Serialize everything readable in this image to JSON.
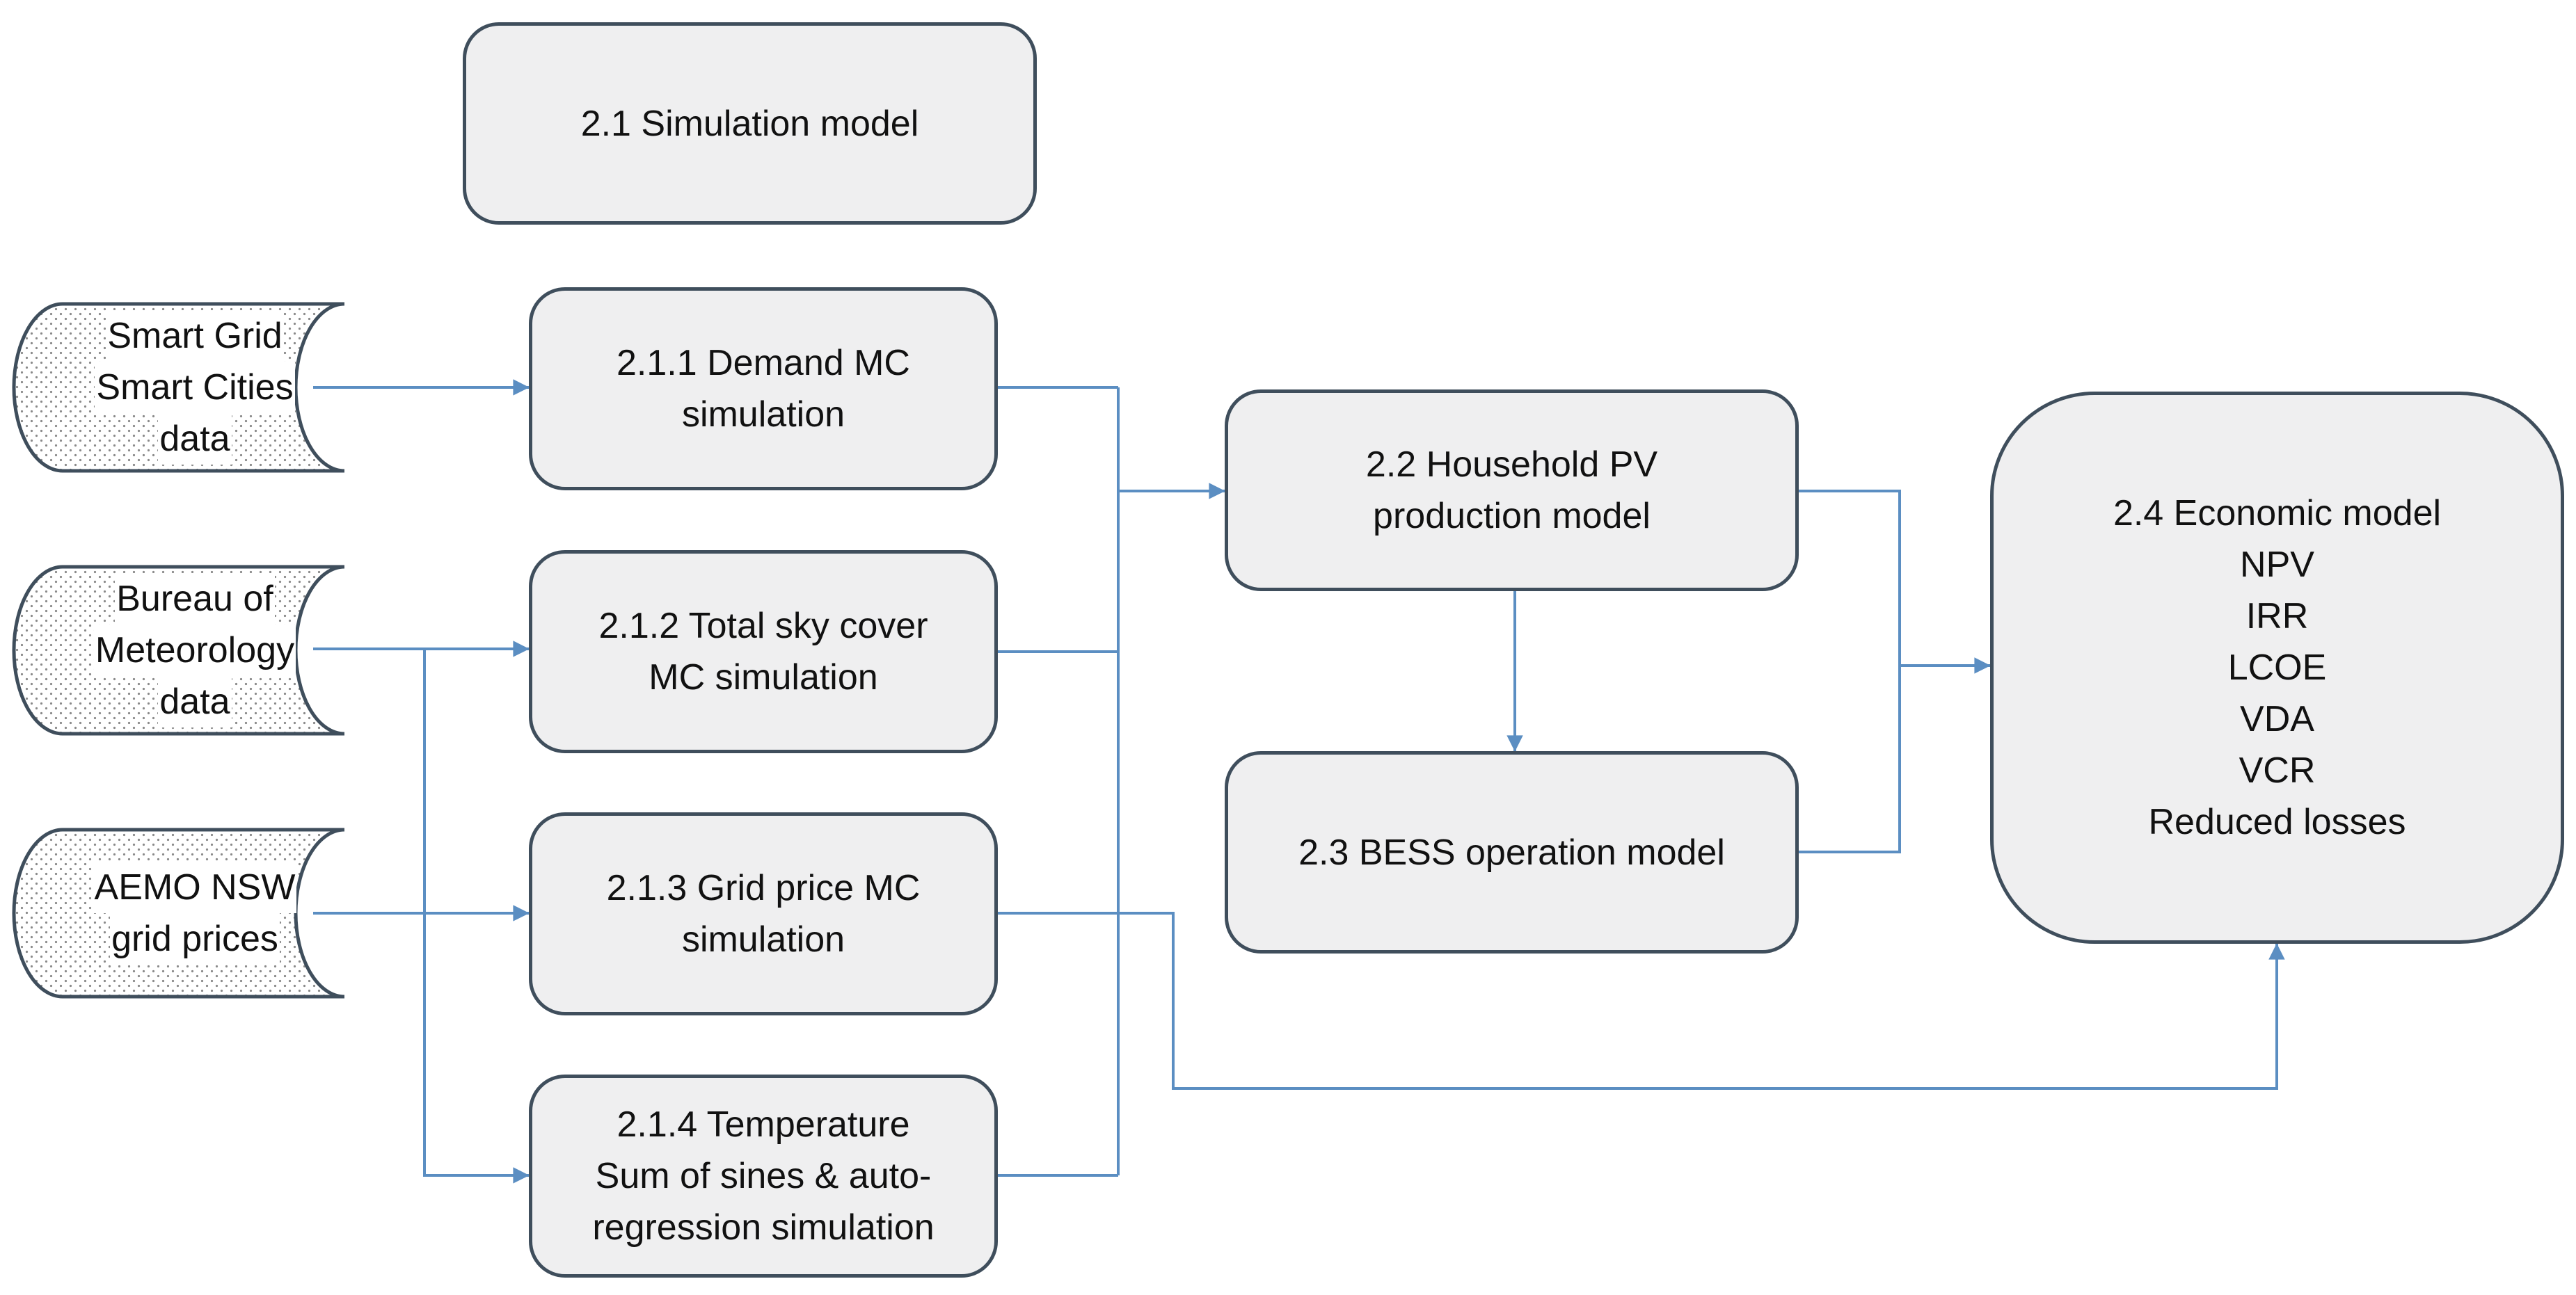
{
  "colors": {
    "connector": "#5b8ec2",
    "box_fill": "#efeff0",
    "box_border": "#3f4e5c",
    "dots": "#8a8a8a"
  },
  "sources": [
    {
      "id": "sgsc",
      "lines": [
        "Smart Grid",
        "Smart Cities",
        "data"
      ]
    },
    {
      "id": "bom",
      "lines": [
        "Bureau of",
        "Meteorology",
        "data"
      ]
    },
    {
      "id": "aemo",
      "lines": [
        "AEMO NSW",
        "grid prices"
      ]
    }
  ],
  "boxes": {
    "simulation_model": {
      "lines": [
        "2.1 Simulation model"
      ]
    },
    "demand": {
      "lines": [
        "2.1.1 Demand MC",
        "simulation"
      ]
    },
    "sky": {
      "lines": [
        "2.1.2 Total sky cover",
        "MC simulation"
      ]
    },
    "price": {
      "lines": [
        "2.1.3 Grid price MC",
        "simulation"
      ]
    },
    "temperature": {
      "lines": [
        "2.1.4 Temperature",
        "Sum of sines & auto-",
        "regression simulation"
      ]
    },
    "pv": {
      "lines": [
        "2.2 Household PV",
        "production model"
      ]
    },
    "bess": {
      "lines": [
        "2.3 BESS operation model"
      ]
    },
    "economic": {
      "lines": [
        "2.4 Economic model",
        "NPV",
        "IRR",
        "LCOE",
        "VDA",
        "VCR",
        "Reduced losses"
      ]
    }
  }
}
